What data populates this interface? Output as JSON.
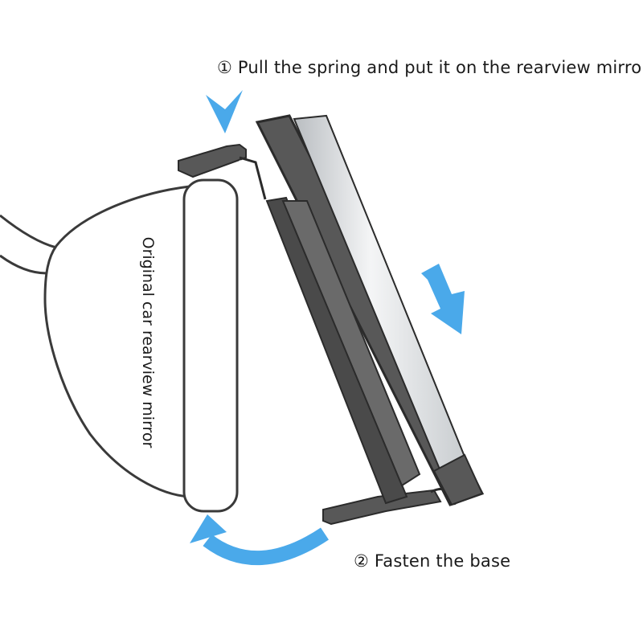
{
  "step1": {
    "number": "①",
    "text": "Pull the spring and put it on the rearview mirror"
  },
  "step2": {
    "number": "②",
    "text": "Fasten the base"
  },
  "mirror_label": "Original car rearview mirror",
  "colors": {
    "arrow": "#4aa9ea",
    "bracket_body": "#585858",
    "bracket_edge": "#2b2b2b",
    "mirror_outline": "#3a3a3a",
    "mirror_face": "#cfd3d6"
  }
}
